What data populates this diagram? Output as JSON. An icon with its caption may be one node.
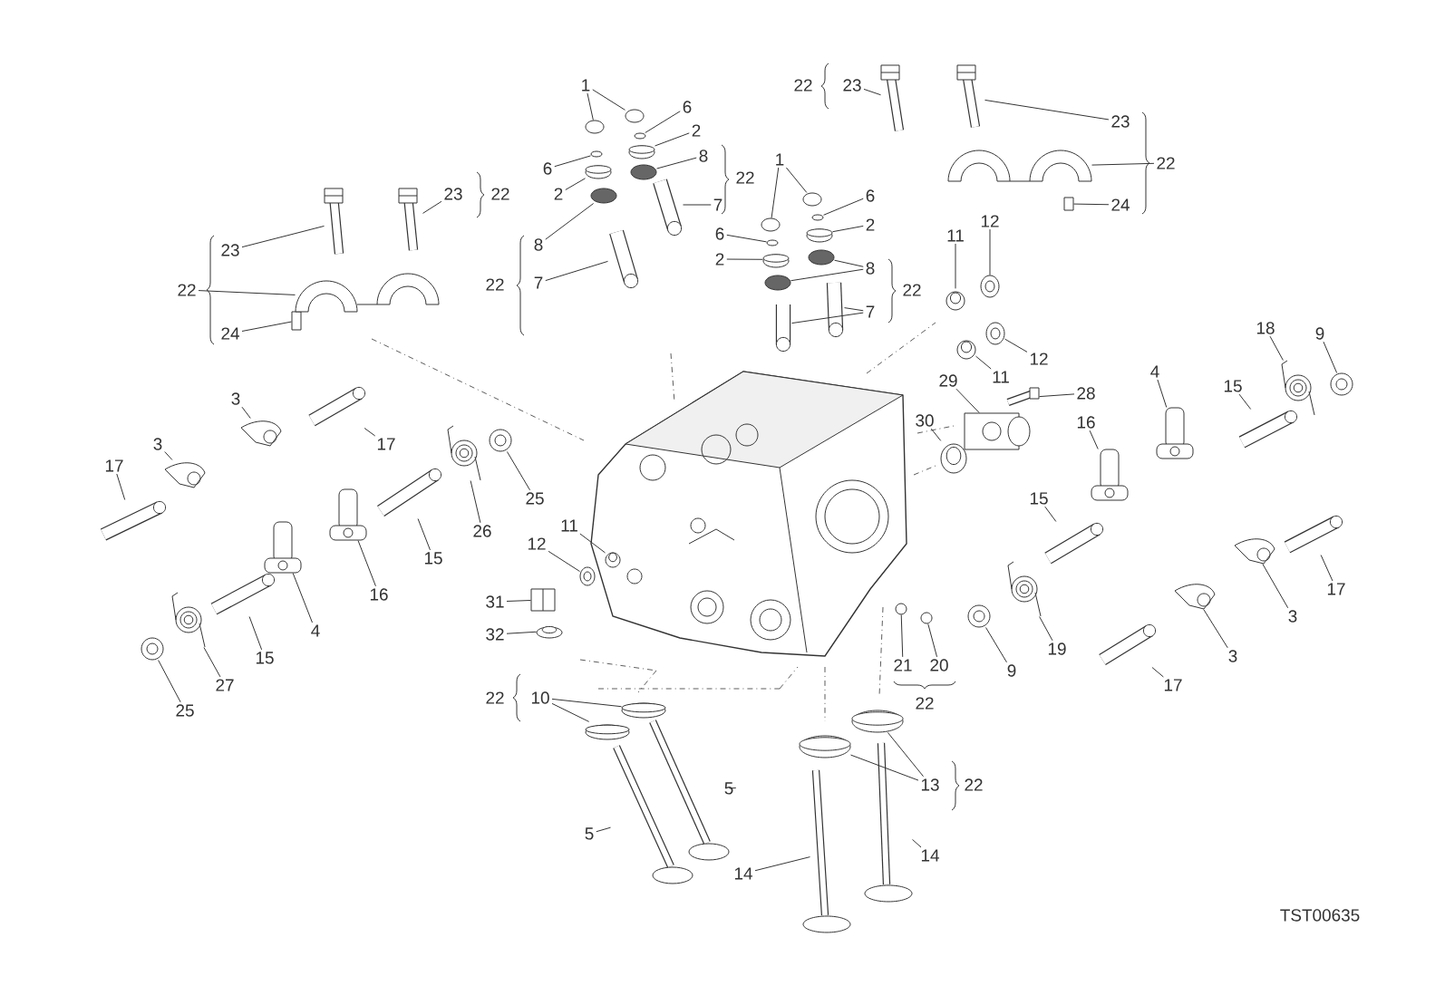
{
  "diagram": {
    "nodes": [
      {
        "text": [
          "23"
        ]
      },
      {
        "text": [
          "24"
        ]
      },
      {
        "text": [
          "23"
        ]
      },
      {
        "text": [
          "1"
        ]
      },
      {
        "text": [
          "6"
        ]
      },
      {
        "text": [
          "2"
        ]
      },
      {
        "text": [
          "8"
        ]
      },
      {
        "text": [
          "7"
        ]
      },
      {
        "text": [
          "6"
        ]
      },
      {
        "text": [
          "2"
        ]
      },
      {
        "text": [
          "8"
        ]
      },
      {
        "text": [
          "7"
        ]
      },
      {
        "text": [
          "1"
        ]
      },
      {
        "text": [
          "6"
        ]
      },
      {
        "text": [
          "2"
        ]
      },
      {
        "text": [
          "6"
        ]
      },
      {
        "text": [
          "2"
        ]
      },
      {
        "text": [
          "8"
        ]
      },
      {
        "text": [
          "7"
        ]
      },
      {
        "text": [
          "23"
        ]
      },
      {
        "text": [
          "23"
        ]
      },
      {
        "text": [
          "24"
        ]
      },
      {
        "text": [
          "11"
        ]
      },
      {
        "text": [
          "12"
        ]
      },
      {
        "text": [
          "12"
        ]
      },
      {
        "text": [
          "11"
        ]
      },
      {
        "text": [
          "29"
        ]
      },
      {
        "text": [
          "28"
        ]
      },
      {
        "text": [
          "18"
        ]
      },
      {
        "text": [
          "9"
        ]
      },
      {
        "text": [
          "4"
        ]
      },
      {
        "text": [
          "15"
        ]
      },
      {
        "text": [
          "16"
        ]
      },
      {
        "text": [
          "30"
        ]
      },
      {
        "text": [
          "15"
        ]
      },
      {
        "text": [
          "17"
        ]
      },
      {
        "text": [
          "3"
        ]
      },
      {
        "text": [
          "19"
        ]
      },
      {
        "text": [
          "9"
        ]
      },
      {
        "text": [
          "21"
        ]
      },
      {
        "text": [
          "20"
        ]
      },
      {
        "text": [
          "3"
        ]
      },
      {
        "text": [
          "17"
        ]
      },
      {
        "text": [
          "3"
        ]
      },
      {
        "text": [
          "17"
        ]
      },
      {
        "text": [
          "3"
        ]
      },
      {
        "text": [
          "17"
        ]
      },
      {
        "text": [
          "25"
        ]
      },
      {
        "text": [
          "26"
        ]
      },
      {
        "text": [
          "15"
        ]
      },
      {
        "text": [
          "16"
        ]
      },
      {
        "text": [
          "4"
        ]
      },
      {
        "text": [
          "12"
        ]
      },
      {
        "text": [
          "11"
        ]
      },
      {
        "text": [
          "31"
        ]
      },
      {
        "text": [
          "32"
        ]
      },
      {
        "text": [
          "15"
        ]
      },
      {
        "text": [
          "27"
        ]
      },
      {
        "text": [
          "25"
        ]
      },
      {
        "text": [
          "10"
        ]
      },
      {
        "text": [
          "5"
        ]
      },
      {
        "text": [
          "5"
        ]
      },
      {
        "text": [
          "13"
        ]
      },
      {
        "text": [
          "14"
        ]
      },
      {
        "text": [
          "14"
        ]
      },
      {
        "text": [
          "22"
        ]
      },
      {
        "text": [
          "22"
        ]
      },
      {
        "text": [],
        "shape": "picture"
      },
      {
        "text": [],
        "shape": "box"
      },
      {
        "text": [],
        "shape": "picture"
      },
      {
        "text": [],
        "shape": "circle"
      },
      {
        "text": [],
        "shape": "circle"
      },
      {
        "text": [],
        "shape": "circle"
      },
      {
        "text": [],
        "shape": "picture"
      },
      {
        "text": [],
        "shape": "circle"
      },
      {
        "text": [],
        "shape": "picture"
      },
      {
        "text": [],
        "shape": "circle"
      },
      {
        "text": [],
        "shape": "picture"
      },
      {
        "text": [],
        "shape": "circle"
      },
      {
        "text": [],
        "shape": "picture"
      },
      {
        "text": [],
        "shape": "circle"
      },
      {
        "text": [],
        "shape": "circle"
      },
      {
        "text": [],
        "shape": "circle"
      },
      {
        "text": [],
        "shape": "picture"
      },
      {
        "text": [],
        "shape": "circle"
      },
      {
        "text": [],
        "shape": "picture"
      },
      {
        "text": [],
        "shape": "circle"
      },
      {
        "text": [],
        "shape": "circle"
      },
      {
        "text": [],
        "shape": "picture"
      },
      {
        "text": [],
        "shape": "picture"
      },
      {
        "text": [],
        "shape": "picture"
      },
      {
        "text": [],
        "shape": "picture"
      },
      {
        "text": [],
        "shape": "box"
      },
      {
        "text": [],
        "shape": "picture"
      },
      {
        "text": [],
        "shape": "picture"
      },
      {
        "text": [],
        "shape": "picture"
      },
      {
        "text": [],
        "shape": "picture"
      },
      {
        "text": [],
        "shape": "picture"
      },
      {
        "text": [],
        "shape": "picture"
      },
      {
        "text": [],
        "shape": "picture"
      },
      {
        "text": [],
        "shape": "picture"
      },
      {
        "text": [],
        "shape": "picture"
      },
      {
        "text": [],
        "shape": "picture"
      },
      {
        "text": [],
        "shape": "picture"
      },
      {
        "text": [],
        "shape": "picture"
      },
      {
        "text": [],
        "shape": "picture"
      },
      {
        "text": [],
        "shape": "picture"
      },
      {
        "text": [],
        "shape": "picture"
      },
      {
        "text": [],
        "shape": "picture"
      },
      {
        "text": [],
        "shape": "picture"
      },
      {
        "text": [],
        "shape": "circle"
      },
      {
        "text": [],
        "shape": "circle"
      },
      {
        "text": [],
        "shape": "picture"
      },
      {
        "text": [],
        "shape": "picture"
      },
      {
        "text": [],
        "shape": "picture"
      },
      {
        "text": [],
        "shape": "picture"
      },
      {
        "text": [],
        "shape": "picture"
      },
      {
        "text": [],
        "shape": "picture"
      },
      {
        "text": [],
        "shape": "picture"
      },
      {
        "text": [],
        "shape": "picture"
      },
      {
        "text": [],
        "shape": "picture"
      },
      {
        "text": [],
        "shape": "picture"
      },
      {
        "text": [],
        "shape": "picture"
      },
      {
        "text": [],
        "shape": "picture"
      },
      {
        "text": [],
        "shape": "picture"
      },
      {
        "text": [],
        "shape": "picture"
      },
      {
        "text": [],
        "shape": "picture"
      },
      {
        "text": [],
        "shape": "picture"
      },
      {
        "text": [],
        "shape": "picture"
      },
      {
        "text": [],
        "shape": "picture"
      },
      {
        "text": [],
        "shape": "picture"
      },
      {
        "text": [],
        "shape": "picture"
      },
      {
        "text": [],
        "shape": "picture"
      },
      {
        "text": [],
        "shape": "picture"
      },
      {
        "text": [],
        "shape": "picture"
      },
      {
        "text": [],
        "shape": "picture"
      },
      {
        "text": [],
        "shape": "picture"
      },
      {
        "text": [],
        "shape": "picture"
      },
      {
        "text": [],
        "shape": "picture"
      },
      {
        "text": [],
        "shape": "picture"
      }
    ],
    "edges": [
      {
        "from": 0,
        "to": 67,
        "arrow": "none"
      },
      {
        "from": 1,
        "to": 68,
        "arrow": "none"
      },
      {
        "from": 2,
        "to": 69,
        "arrow": "none"
      },
      {
        "from": 3,
        "to": 70,
        "arrow": "none"
      },
      {
        "from": 3,
        "to": 71,
        "arrow": "none"
      },
      {
        "from": 4,
        "to": 72,
        "arrow": "none"
      },
      {
        "from": 5,
        "to": 73,
        "arrow": "none"
      },
      {
        "from": 6,
        "to": 74,
        "arrow": "none"
      },
      {
        "from": 7,
        "to": 75,
        "arrow": "none"
      },
      {
        "from": 8,
        "to": 76,
        "arrow": "none"
      },
      {
        "from": 9,
        "to": 77,
        "arrow": "none"
      },
      {
        "from": 10,
        "to": 78,
        "arrow": "none"
      },
      {
        "from": 11,
        "to": 79,
        "arrow": "none"
      },
      {
        "from": 12,
        "to": 80,
        "arrow": "none"
      },
      {
        "from": 12,
        "to": 81,
        "arrow": "none"
      },
      {
        "from": 13,
        "to": 82,
        "arrow": "none"
      },
      {
        "from": 14,
        "to": 83,
        "arrow": "none"
      },
      {
        "from": 15,
        "to": 84,
        "arrow": "none"
      },
      {
        "from": 16,
        "to": 85,
        "arrow": "none"
      },
      {
        "from": 17,
        "to": 86,
        "arrow": "none"
      },
      {
        "from": 17,
        "to": 87,
        "arrow": "none"
      },
      {
        "from": 18,
        "to": 88,
        "arrow": "none"
      },
      {
        "from": 18,
        "to": 89,
        "arrow": "none"
      },
      {
        "from": 19,
        "to": 90,
        "arrow": "none"
      },
      {
        "from": 20,
        "to": 91,
        "arrow": "none"
      },
      {
        "from": 21,
        "to": 92,
        "arrow": "none"
      },
      {
        "from": 22,
        "to": 93,
        "arrow": "none"
      },
      {
        "from": 23,
        "to": 94,
        "arrow": "none"
      },
      {
        "from": 24,
        "to": 95,
        "arrow": "none"
      },
      {
        "from": 25,
        "to": 96,
        "arrow": "none"
      },
      {
        "from": 26,
        "to": 97,
        "arrow": "none"
      },
      {
        "from": 27,
        "to": 98,
        "arrow": "none"
      },
      {
        "from": 28,
        "to": 99,
        "arrow": "none"
      },
      {
        "from": 29,
        "to": 100,
        "arrow": "none"
      },
      {
        "from": 30,
        "to": 101,
        "arrow": "none"
      },
      {
        "from": 31,
        "to": 102,
        "arrow": "none"
      },
      {
        "from": 32,
        "to": 103,
        "arrow": "none"
      },
      {
        "from": 33,
        "to": 104,
        "arrow": "none"
      },
      {
        "from": 34,
        "to": 105,
        "arrow": "none"
      },
      {
        "from": 35,
        "to": 106,
        "arrow": "none"
      },
      {
        "from": 36,
        "to": 107,
        "arrow": "none"
      },
      {
        "from": 37,
        "to": 108,
        "arrow": "none"
      },
      {
        "from": 38,
        "to": 109,
        "arrow": "none"
      },
      {
        "from": 39,
        "to": 110,
        "arrow": "none"
      },
      {
        "from": 40,
        "to": 111,
        "arrow": "none"
      },
      {
        "from": 41,
        "to": 112,
        "arrow": "none"
      },
      {
        "from": 42,
        "to": 113,
        "arrow": "none"
      },
      {
        "from": 43,
        "to": 114,
        "arrow": "none"
      },
      {
        "from": 44,
        "to": 115,
        "arrow": "none"
      },
      {
        "from": 45,
        "to": 116,
        "arrow": "none"
      },
      {
        "from": 46,
        "to": 117,
        "arrow": "none"
      },
      {
        "from": 47,
        "to": 118,
        "arrow": "none"
      },
      {
        "from": 48,
        "to": 119,
        "arrow": "none"
      },
      {
        "from": 49,
        "to": 120,
        "arrow": "none"
      },
      {
        "from": 50,
        "to": 121,
        "arrow": "none"
      },
      {
        "from": 51,
        "to": 122,
        "arrow": "none"
      },
      {
        "from": 52,
        "to": 123,
        "arrow": "none"
      },
      {
        "from": 53,
        "to": 124,
        "arrow": "none"
      },
      {
        "from": 54,
        "to": 125,
        "arrow": "none"
      },
      {
        "from": 55,
        "to": 126,
        "arrow": "none"
      },
      {
        "from": 56,
        "to": 127,
        "arrow": "none"
      },
      {
        "from": 57,
        "to": 128,
        "arrow": "none"
      },
      {
        "from": 58,
        "to": 129,
        "arrow": "none"
      },
      {
        "from": 59,
        "to": 130,
        "arrow": "none"
      },
      {
        "from": 59,
        "to": 131,
        "arrow": "none"
      },
      {
        "from": 60,
        "to": 132,
        "arrow": "none"
      },
      {
        "from": 61,
        "to": 133,
        "arrow": "none"
      },
      {
        "from": 62,
        "to": 134,
        "arrow": "none"
      },
      {
        "from": 62,
        "to": 135,
        "arrow": "none"
      },
      {
        "from": 63,
        "to": 136,
        "arrow": "none"
      },
      {
        "from": 64,
        "to": 137,
        "arrow": "none"
      },
      {
        "from": 65,
        "to": 138,
        "arrow": "none"
      },
      {
        "from": 66,
        "to": 139,
        "arrow": "none"
      }
    ],
    "labels": [
      "22",
      "22",
      "22",
      "22",
      "22",
      "22",
      "22",
      "22",
      "TST00635"
    ]
  }
}
